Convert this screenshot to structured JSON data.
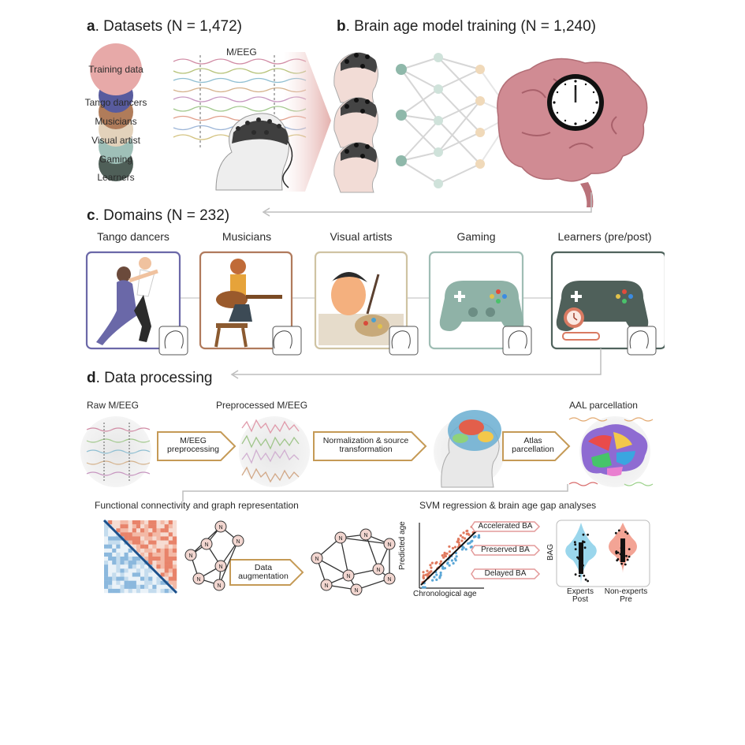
{
  "figure": {
    "panel_a": {
      "letter": "a",
      "title": ". Datasets (N = 1,472)"
    },
    "panel_b": {
      "letter": "b",
      "title": ". Brain age model training (N = 1,240)"
    },
    "panel_c": {
      "letter": "c",
      "title": ". Domains (N = 232)"
    },
    "panel_d": {
      "letter": "d",
      "title": ". Data processing"
    },
    "datasets": {
      "signal_label": "M/EEG",
      "items": [
        "Training data",
        "Tango dancers",
        "Musicians",
        "Visual artist",
        "Gaming",
        "Learners"
      ],
      "colors": [
        "#e7a9a8",
        "#585b9e",
        "#b07c5a",
        "#e3d2bb",
        "#9fc0b8",
        "#4f5f58"
      ]
    },
    "domains": [
      {
        "label": "Tango dancers",
        "border": "#6b68a8"
      },
      {
        "label": "Musicians",
        "border": "#b07a5c"
      },
      {
        "label": "Visual artists",
        "border": "#cfc3a3"
      },
      {
        "label": "Gaming",
        "border": "#9fbdb4"
      },
      {
        "label": "Learners (pre/post)",
        "border": "#50635d"
      }
    ],
    "processing": {
      "raw": "Raw M/EEG",
      "preprocessed": "Preprocessed M/EEG",
      "aal": "AAL parcellation",
      "arrow1": "M/EEG preprocessing",
      "arrow2": "Normalization & source transformation",
      "arrow3": "Atlas parcellation",
      "fc_title": "Functional connectivity and graph representation",
      "augment": "Data augmentation",
      "node_label": "N",
      "svm_title": "SVM regression & brain age gap analyses",
      "predicted": "Predicted age",
      "chronological": "Chronological age",
      "accelerated": "Accelerated BA",
      "preserved": "Preserved BA",
      "delayed": "Delayed BA",
      "bag": "BAG",
      "group1": "Experts",
      "group1b": "Post",
      "group2": "Non-experts",
      "group2b": "Pre"
    }
  }
}
